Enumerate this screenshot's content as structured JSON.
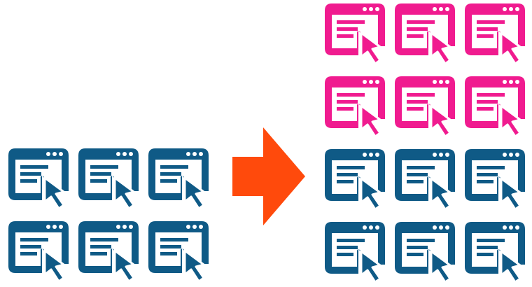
{
  "colors": {
    "before": "#0f5a86",
    "added": "#f01b8f",
    "arrow": "#ff4a0c",
    "background": "#ffffff"
  },
  "icon_name": "browser-window-cursor-icon",
  "arrow_icon_name": "right-arrow-icon",
  "before_group": {
    "rows": 2,
    "columns": 3,
    "icon_colors": [
      "before",
      "before",
      "before",
      "before",
      "before",
      "before"
    ]
  },
  "after_group": {
    "rows": 4,
    "columns": 3,
    "icon_colors": [
      "added",
      "added",
      "added",
      "added",
      "added",
      "added",
      "before",
      "before",
      "before",
      "before",
      "before",
      "before"
    ]
  }
}
